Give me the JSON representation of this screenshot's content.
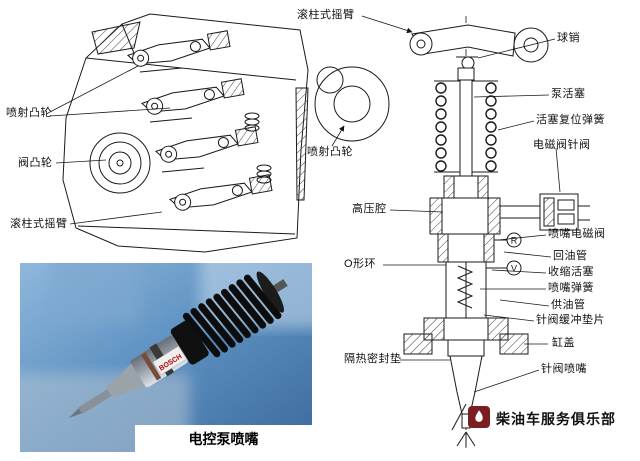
{
  "colors": {
    "line": "#1a1a1a",
    "photo_blue": "#5b8fc0",
    "footer_logo": "#7a1f1f"
  },
  "engine_drawing": {
    "labels": {
      "injection_cam": "喷射凸轮",
      "valve_cam": "阀凸轮",
      "roller_rocker": "滚柱式摇臂"
    }
  },
  "cam_detail": {
    "label": "喷射凸轮"
  },
  "injector_diagram": {
    "labels": {
      "roller_rocker": "滚柱式摇臂",
      "ball_pin": "球销",
      "pump_piston": "泵活塞",
      "piston_return_spring": "活塞复位弹簧",
      "solenoid_valve_needle": "电磁阀针阀",
      "high_pressure_chamber": "高压腔",
      "nozzle_solenoid_valve": "喷嘴电磁阀",
      "return_oil_pipe": "回油管",
      "o_ring": "O形环",
      "retraction_piston": "收缩活塞",
      "nozzle_spring": "喷嘴弹簧",
      "fuel_supply_pipe": "供油管",
      "needle_valve_buffer_washer": "针阀缓冲垫片",
      "cylinder_head": "缸盖",
      "heat_insulation_seal": "隔热密封垫",
      "needle_valve_nozzle": "针阀喷嘴"
    },
    "markers": {
      "r": "R",
      "v": "V"
    }
  },
  "photo": {
    "caption": "电控泵喷嘴",
    "injector_brand": "BOSCH"
  },
  "footer": {
    "brand": "柴油车服务俱乐部"
  }
}
